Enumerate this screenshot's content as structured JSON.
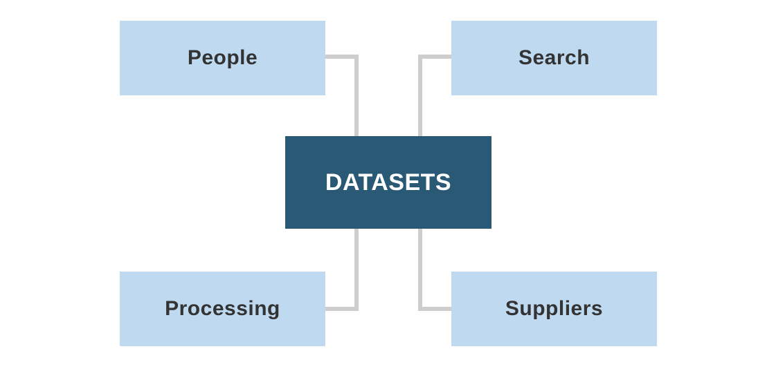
{
  "diagram": {
    "center": {
      "label": "DATASETS"
    },
    "nodes": [
      {
        "label": "People"
      },
      {
        "label": "Search"
      },
      {
        "label": "Processing"
      },
      {
        "label": "Suppliers"
      }
    ]
  },
  "colors": {
    "node_fill": "#bfdaf0",
    "center_fill": "#2a5975",
    "connector": "#cdcdcd",
    "node_text": "#333333",
    "center_text": "#ffffff"
  }
}
